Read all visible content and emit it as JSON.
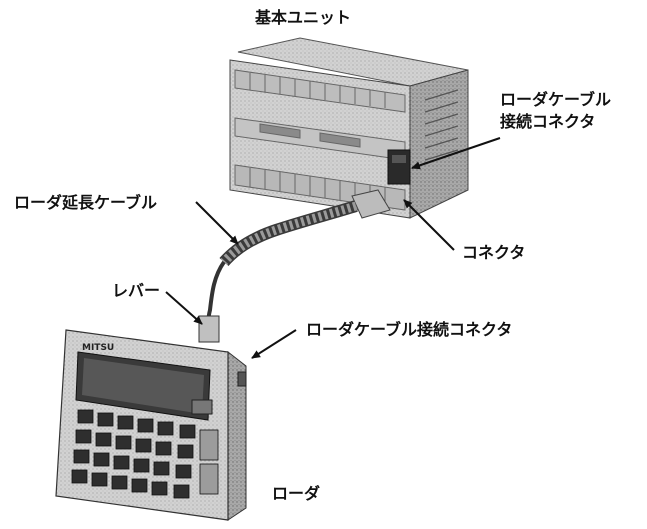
{
  "labels": {
    "base_unit": "基本ユニット",
    "loader_cable_connector_line1": "ローダケーブル",
    "loader_cable_connector_line2": "接続コネクタ",
    "extension_cable": "ローダ延長ケーブル",
    "connector": "コネクタ",
    "lever": "レバー",
    "loader_cable_connector": "ローダケーブル接続コネクタ",
    "loader": "ローダ"
  },
  "devices": {
    "loader_brand": "MITSU"
  }
}
